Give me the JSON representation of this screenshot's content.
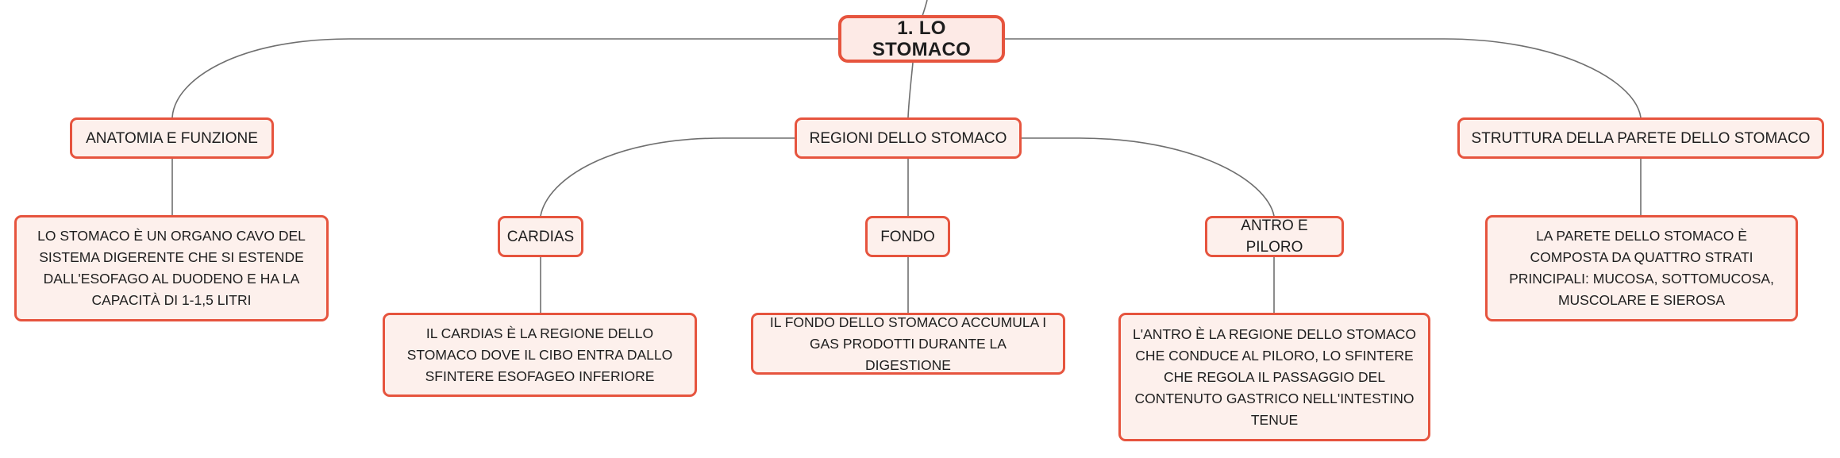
{
  "colors": {
    "border": "#e6543e",
    "fill": "#fdf0ec",
    "line": "#6f6f6f"
  },
  "root": {
    "label": "1. LO STOMACO"
  },
  "topics": {
    "anatomia": {
      "label": "ANATOMIA E FUNZIONE"
    },
    "regioni": {
      "label": "REGIONI DELLO STOMACO"
    },
    "struttura": {
      "label": "STRUTTURA DELLA PARETE DELLO STOMACO"
    }
  },
  "subtopics": {
    "cardias": {
      "label": "CARDIAS"
    },
    "fondo": {
      "label": "FONDO"
    },
    "antro": {
      "label": "ANTRO E PILORO"
    }
  },
  "details": {
    "anatomia": "LO STOMACO È UN ORGANO CAVO DEL SISTEMA DIGERENTE CHE SI ESTENDE DALL'ESOFAGO AL DUODENO E HA LA CAPACITÀ DI 1-1,5 LITRI",
    "cardias": "IL CARDIAS È LA REGIONE DELLO STOMACO DOVE IL CIBO ENTRA DALLO SFINTERE ESOFAGEO INFERIORE",
    "fondo": "IL FONDO DELLO STOMACO ACCUMULA I GAS PRODOTTI DURANTE LA DIGESTIONE",
    "antro": "L'ANTRO È LA REGIONE DELLO STOMACO CHE CONDUCE AL PILORO, LO SFINTERE CHE REGOLA IL PASSAGGIO DEL CONTENUTO GASTRICO NELL'INTESTINO TENUE",
    "struttura": "LA PARETE DELLO STOMACO È COMPOSTA DA QUATTRO STRATI PRINCIPALI: MUCOSA, SOTTOMUCOSA, MUSCOLARE E SIEROSA"
  }
}
